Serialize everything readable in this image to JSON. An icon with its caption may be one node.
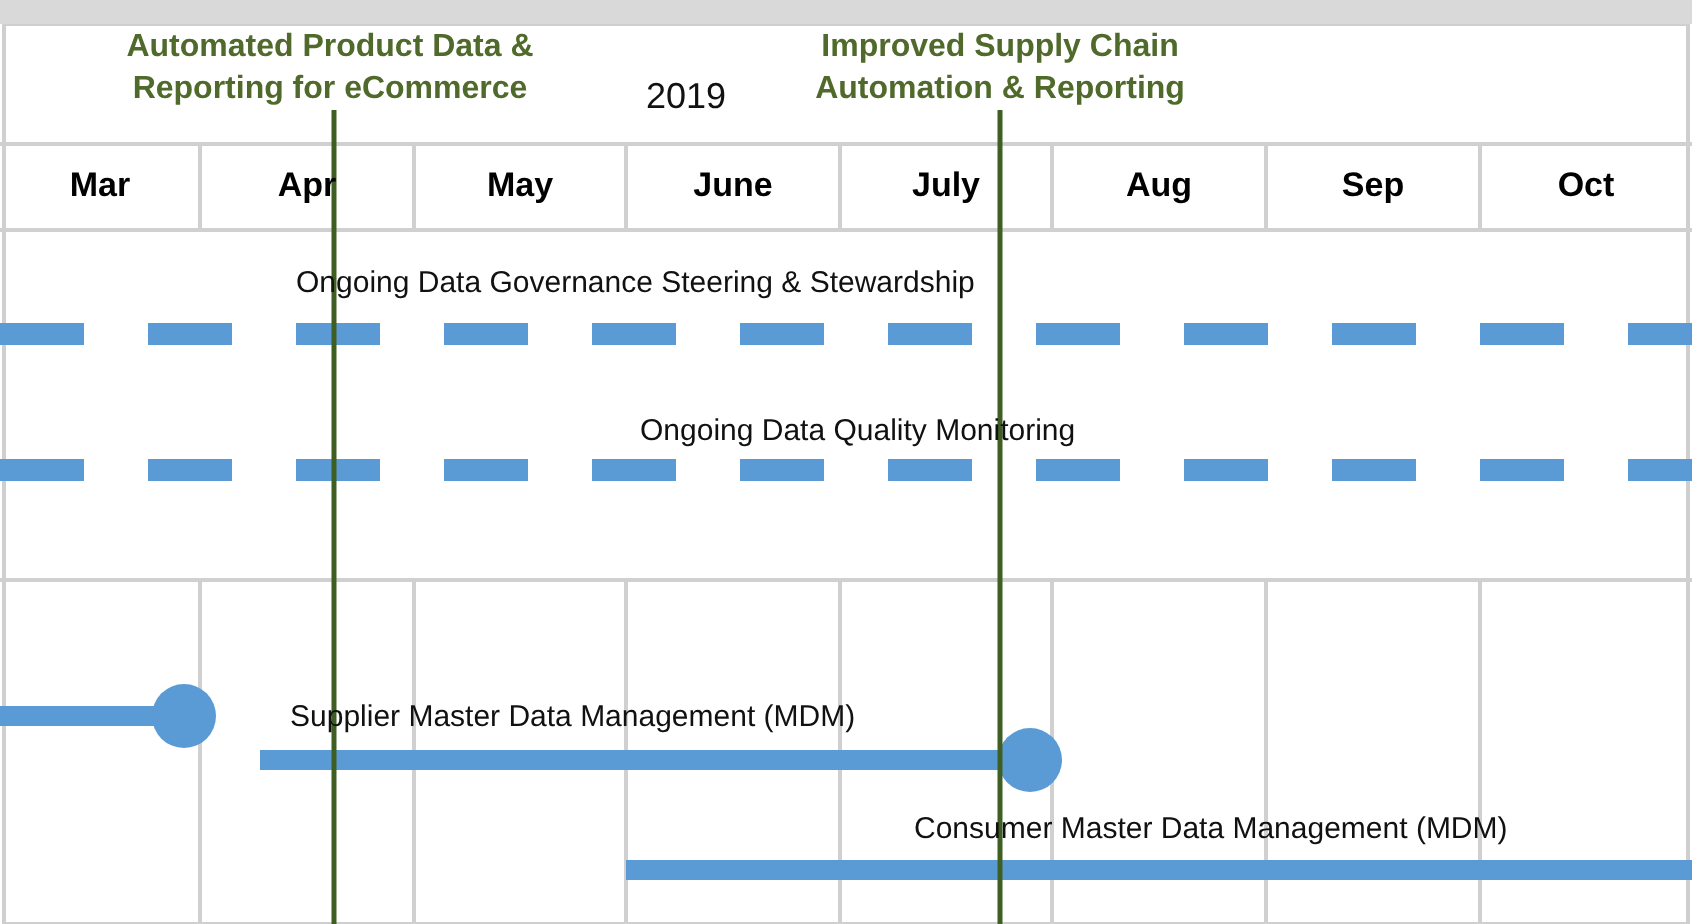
{
  "diagram": {
    "labels": [
      "Automated Product Data & Reporting for eCommerce",
      "2019",
      "Improved Supply Chain Automation & Reporting",
      "Mar",
      "Apr",
      "May",
      "June",
      "July",
      "Aug",
      "Sep",
      "Oct",
      "Ongoing Data Governance Steering & Stewardship",
      "Ongoing Data Quality Monitoring",
      "Supplier Master Data Management (MDM)",
      "Consumer Master Data Management (MDM)"
    ]
  }
}
